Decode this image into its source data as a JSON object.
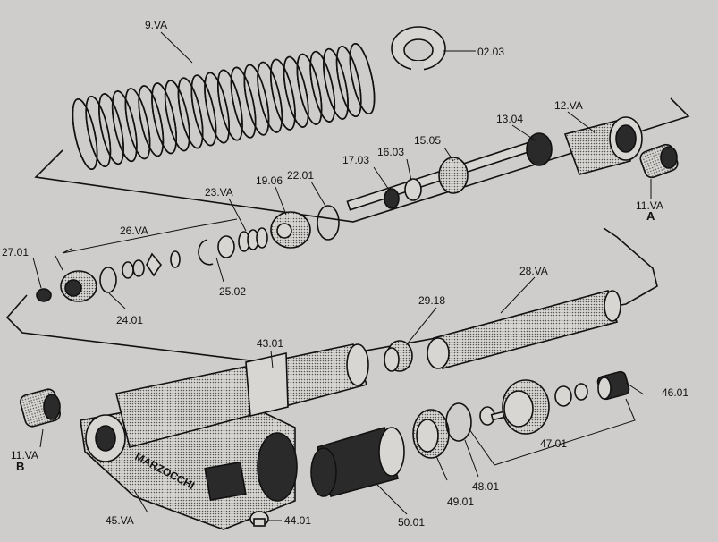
{
  "labels": {
    "p9va": "9.VA",
    "p0203": "02.03",
    "p1304": "13.04",
    "p12va": "12.VA",
    "p1505": "15.05",
    "p1603": "16.03",
    "p1703": "17.03",
    "p2201": "22.01",
    "p1906": "19.06",
    "p23va": "23.VA",
    "p26va": "26.VA",
    "p2701": "27.01",
    "p2401": "24.01",
    "p2502": "25.02",
    "p11va_a": "11.VA",
    "suffix_a": "A",
    "p28va": "28.VA",
    "p2918": "29.18",
    "p4301": "43.01",
    "p11va_b": "11.VA",
    "suffix_b": "B",
    "p4601": "46.01",
    "p4701": "47.01",
    "p4801": "48.01",
    "p4901": "49.01",
    "p5001": "50.01",
    "p4401": "44.01",
    "p45va": "45.VA"
  },
  "housing_logo": "MARZOCCHI",
  "colors": {
    "background": "#cfcdcb",
    "ink": "#111111",
    "part_fill": "#d8d6d3",
    "dark_fill": "#2a2a2a"
  }
}
